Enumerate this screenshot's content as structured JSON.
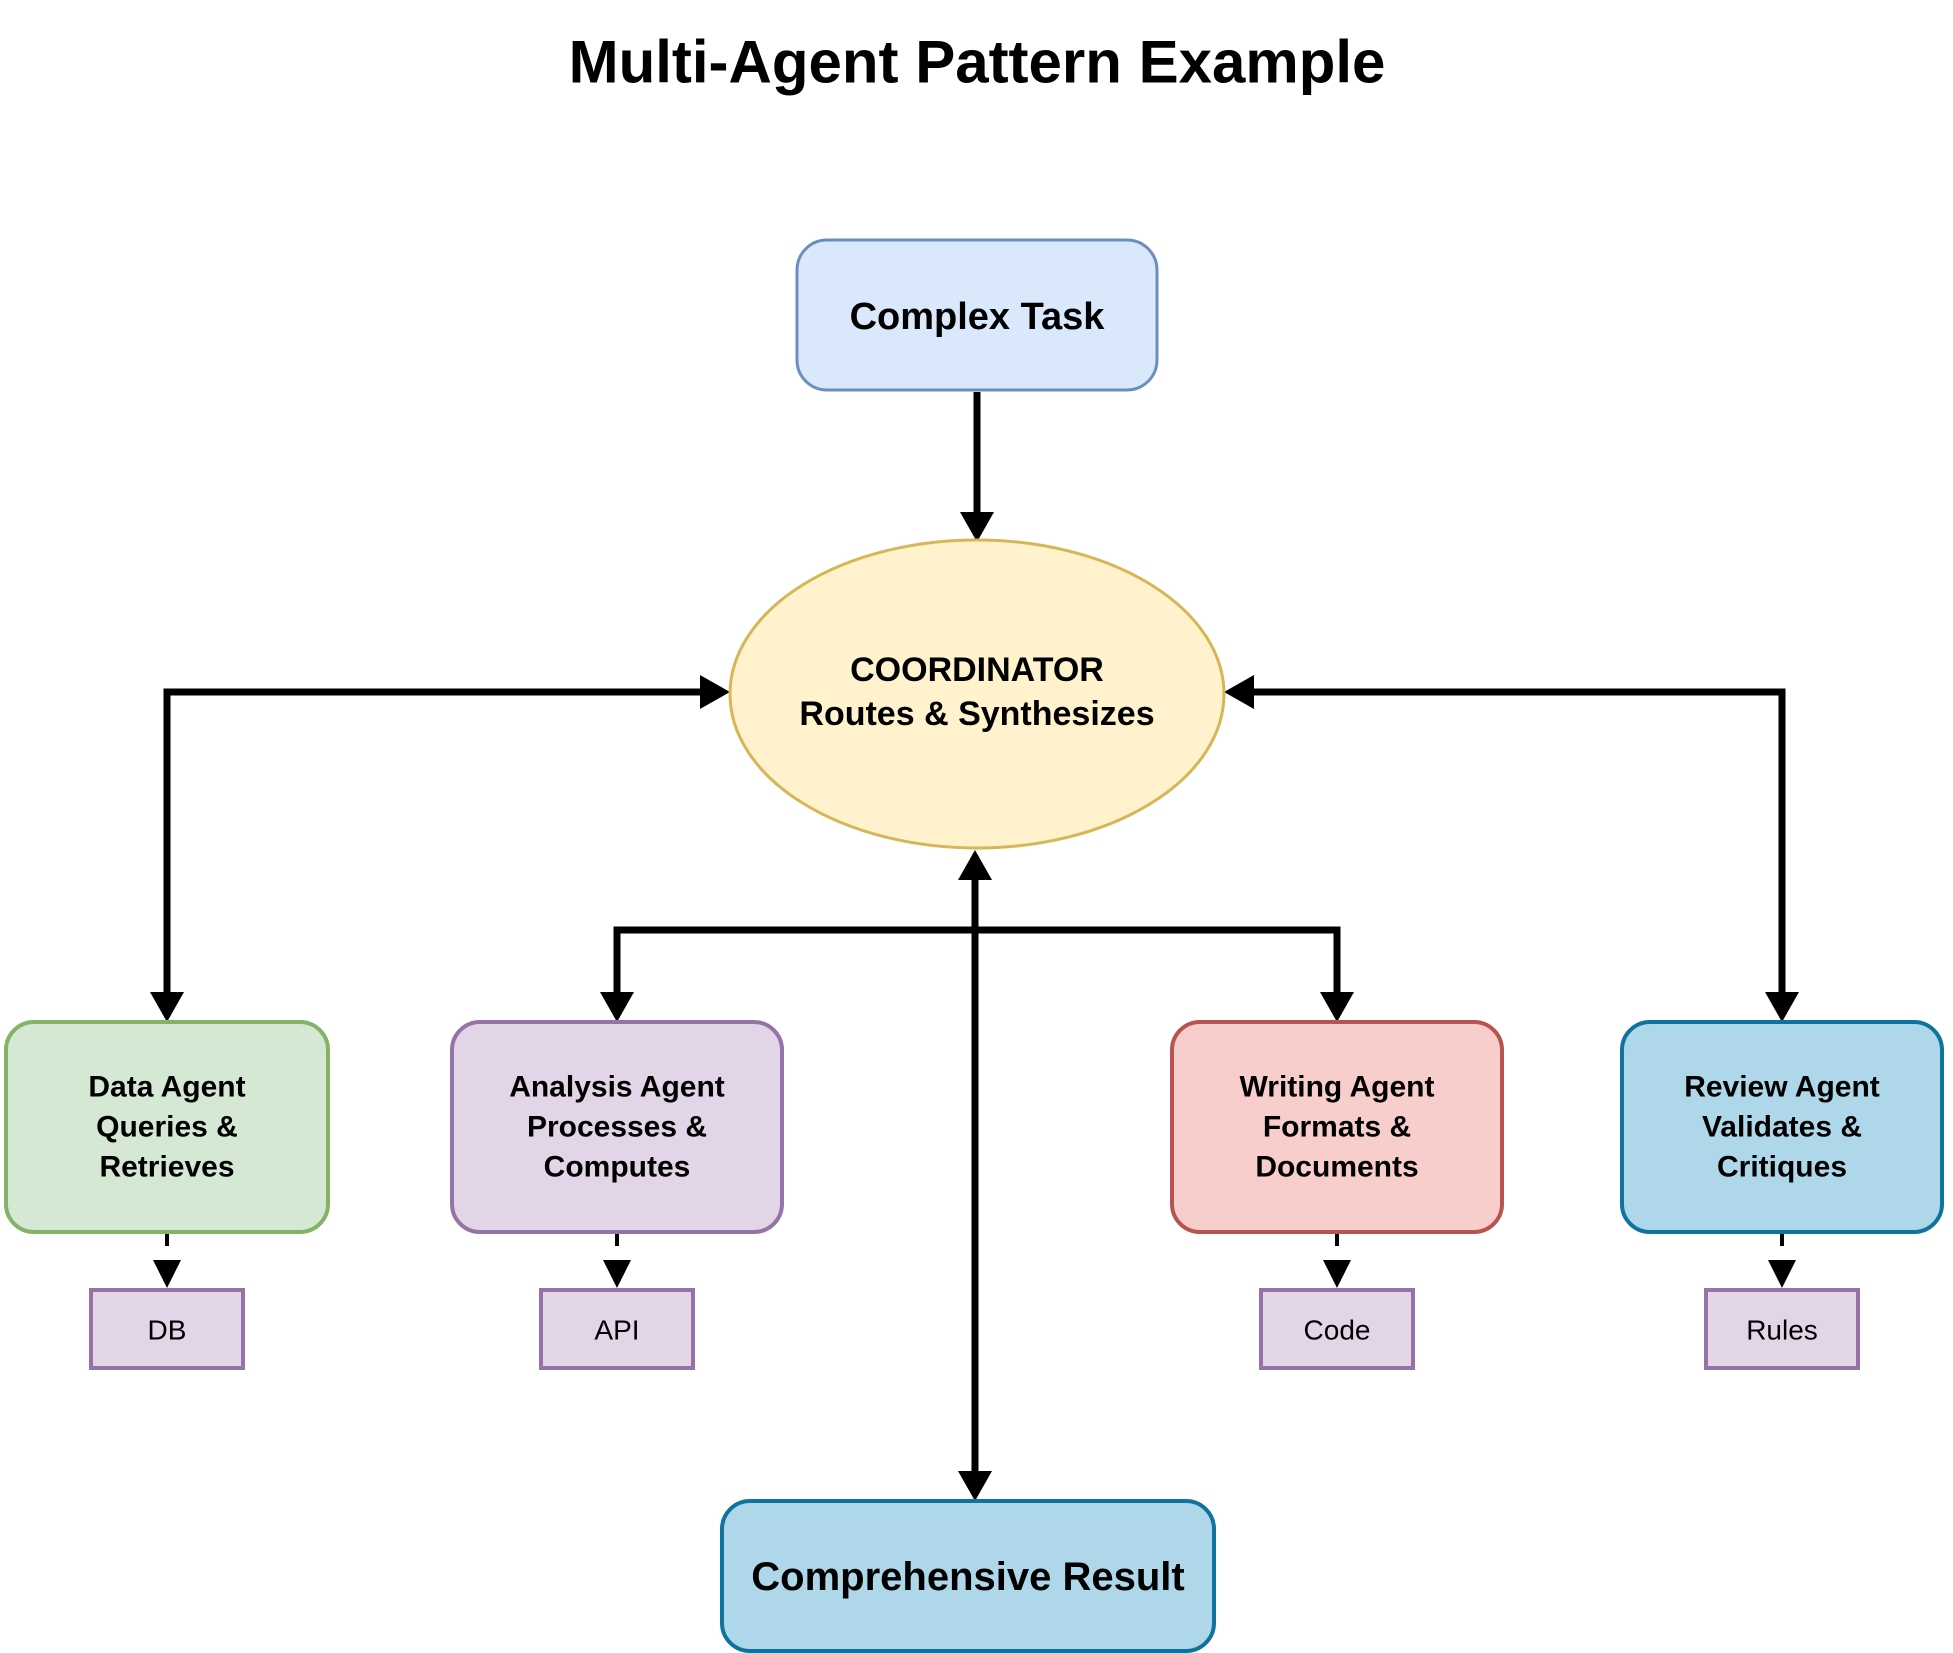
{
  "title": "Multi-Agent Pattern Example",
  "nodes": {
    "complex_task": {
      "label": "Complex Task",
      "fill": "#dae8fc",
      "stroke": "#6c8ebf"
    },
    "coordinator": {
      "line1": "COORDINATOR",
      "line2": "Routes & Synthesizes",
      "fill": "#fff2cc",
      "stroke": "#d6b656"
    },
    "data_agent": {
      "line1": "Data Agent",
      "line2": "Queries &",
      "line3": "Retrieves",
      "fill": "#d5e8d4",
      "stroke": "#82b366"
    },
    "analysis_agent": {
      "line1": "Analysis Agent",
      "line2": "Processes &",
      "line3": "Computes",
      "fill": "#e1d5e7",
      "stroke": "#9673a6"
    },
    "writing_agent": {
      "line1": "Writing Agent",
      "line2": "Formats &",
      "line3": "Documents",
      "fill": "#f8cecc",
      "stroke": "#b85450"
    },
    "review_agent": {
      "line1": "Review Agent",
      "line2": "Validates &",
      "line3": "Critiques",
      "fill": "#aed8ea",
      "stroke": "#10739e"
    },
    "db": {
      "label": "DB",
      "fill": "#e1d5e7",
      "stroke": "#9673a6"
    },
    "api": {
      "label": "API",
      "fill": "#e1d5e7",
      "stroke": "#9673a6"
    },
    "code": {
      "label": "Code",
      "fill": "#e1d5e7",
      "stroke": "#9673a6"
    },
    "rules": {
      "label": "Rules",
      "fill": "#e1d5e7",
      "stroke": "#9673a6"
    },
    "comprehensive_result": {
      "label": "Comprehensive Result",
      "fill": "#aed8ea",
      "stroke": "#10739e"
    }
  },
  "edges": [
    {
      "from": "complex_task",
      "to": "coordinator",
      "style": "solid",
      "direction": "down"
    },
    {
      "from": "coordinator",
      "to": "data_agent",
      "style": "solid",
      "direction": "both"
    },
    {
      "from": "coordinator",
      "to": "analysis_agent",
      "style": "solid",
      "direction": "down"
    },
    {
      "from": "coordinator",
      "to": "writing_agent",
      "style": "solid",
      "direction": "down"
    },
    {
      "from": "coordinator",
      "to": "review_agent",
      "style": "solid",
      "direction": "both"
    },
    {
      "from": "coordinator",
      "to": "comprehensive_result",
      "style": "solid",
      "direction": "both"
    },
    {
      "from": "data_agent",
      "to": "db",
      "style": "dashed",
      "direction": "down"
    },
    {
      "from": "analysis_agent",
      "to": "api",
      "style": "dashed",
      "direction": "down"
    },
    {
      "from": "writing_agent",
      "to": "code",
      "style": "dashed",
      "direction": "down"
    },
    {
      "from": "review_agent",
      "to": "rules",
      "style": "dashed",
      "direction": "down"
    }
  ],
  "arrow_color": "#000000"
}
